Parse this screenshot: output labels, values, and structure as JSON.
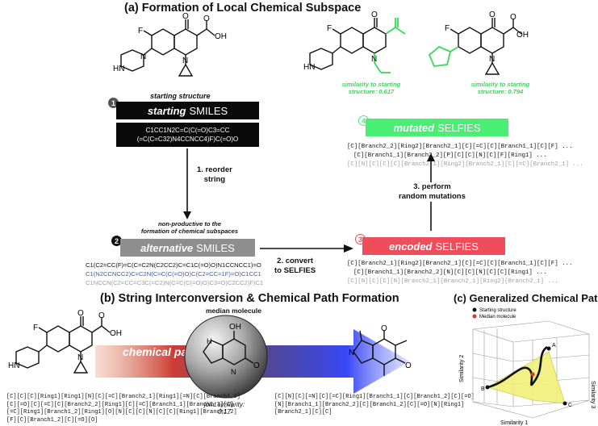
{
  "title_a": "(a) Formation of Local Chemical Subspace",
  "title_b": "(b) String Interconversion & Chemical Path Formation",
  "title_c": "(c) Generalized Chemical Path",
  "starting": {
    "caption": "starting structure",
    "bar_italic": "starting",
    "bar_rest": "SMILES",
    "number": "1",
    "smiles_line1": "C1CC1N2C=C(C(=O)C3=CC",
    "smiles_line2": "(=C(C=C32)N4CCNCC4)F)C(=O)O"
  },
  "step1": {
    "line1": "1. reorder",
    "line2": "string"
  },
  "alternative": {
    "note_line1": "non-productive to the",
    "note_line2": "formation of chemical subspaces",
    "bar_italic": "alternative",
    "bar_rest": "SMILES",
    "number": "2",
    "smiles1": "C1(C2=CC(F)=C(C=C2N(C2CC2)C=C1C(=O)O)N1CCNCC1)=O",
    "smiles2": "C1(N2CCNCC2)C=C2N(C=C(C(=O)O)C(C2=CC=1F)=O)C1CC1",
    "smiles3": "C1NCCN(C2=CC=C3C(=C2)N(C=C(C(=O)O)C3=O)C2CC2)F)C1"
  },
  "step2": {
    "line1": "2. convert",
    "line2": "to SELFIES"
  },
  "encoded": {
    "number": "3",
    "bar_italic": "encoded",
    "bar_rest": "SELFIES",
    "line1": "[C][Branch2_1][Ring2][Branch2_1][C][=C][C][Branch1_1][C][F] ...",
    "line2": "[C][Branch1_1][Branch2_2][N][C][C][N][C][C][Ring1] ...",
    "line3": "[C][N][C][C][N][Branch2_1][Branch2_1][Ring2][Branch2_1] ..."
  },
  "step3": {
    "line1": "3. perform",
    "line2": "random mutations"
  },
  "mutated": {
    "number": "4",
    "bar_italic": "mutated",
    "bar_rest": "SELFIES",
    "line1": "[C][Branch2_2][Ring2][Branch2_1][C][=C][C][Branch1_1][C][F] ...",
    "line2": "[C][Branch1_1][Branch2_2][P][C][C][N][C][F][Ring1] ...",
    "line3": "[C][N][C][C][C][Branch2_1][Ring2][Branch2_1][C][=C][Branch2_1] ..."
  },
  "similarity_left": {
    "line1": "similarity to starting",
    "line2": "structure: 0.617"
  },
  "similarity_right": {
    "line1": "similarity to starting",
    "line2": "structure: 0.794"
  },
  "molecule_labels": {
    "O": "O",
    "OH": "OH",
    "N": "N",
    "HN": "HN",
    "F": "F",
    "H": "H"
  },
  "panel_b": {
    "median_label": "median molecule",
    "path_label": "chemical path",
    "joint_line1": "joint similarity:",
    "joint_line2": "0.17",
    "left_line1": "[C][C][C][Ring1][Ring1][N][C][=C][Branch2_1][Ring1][=N][C][Branch1_2]",
    "left_line2": "[C][=O][C][=C][C][Branch2_2][Ring1][C][=C][Branch1_1][Branch1_3][C]",
    "left_line3": "[=C][Ring1][Branch1_2][Ring1][O][N][C][C][N][C][C][Ring1][Branch1_2]",
    "left_line4": "[F][C][Branch1_2][C][=O][O]",
    "right_line1": "[C][N][C][=N][C][=C][Ring1][Branch1_1][C][Branch1_2][C][=O]",
    "right_line2": "[N][Branch1_1][Branch2_2][C][Branch1_2][C][=O][N][Ring1]",
    "right_line3": "[Branch2_1][C][C]"
  },
  "panel_c": {
    "legend1": "Starting structure",
    "legend2": "Median molecule",
    "xlabel": "Similarity 1",
    "ylabel": "Similarity 2",
    "zlabel": "Similarity 3",
    "pointA": "A",
    "pointB": "B",
    "pointC": "C",
    "colors": {
      "surface": "#f0f07a",
      "median": "#d6372f"
    }
  },
  "colors": {
    "black_bar": "#0a0a0a",
    "grey_bar": "#8e8e8e",
    "red_bar": "#ef4d5c",
    "green_bar": "#49ee73",
    "green_text": "#39d95a",
    "blue_text": "#3b5fb0"
  }
}
